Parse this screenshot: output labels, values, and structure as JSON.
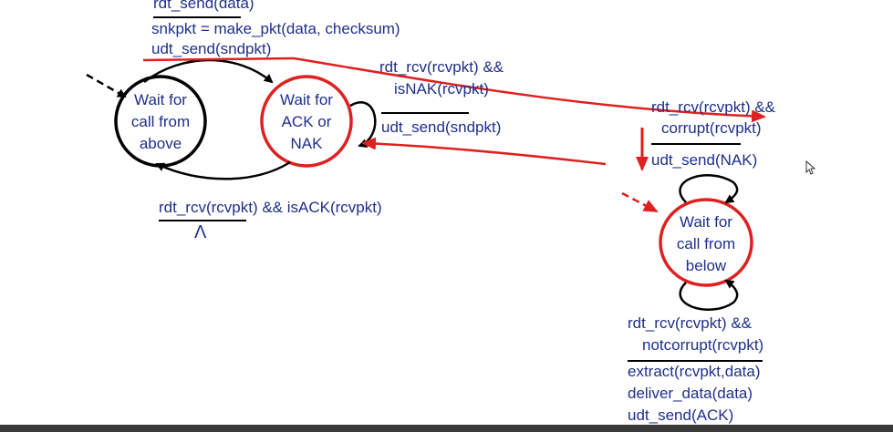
{
  "colors": {
    "text": "#1f2f8a",
    "state_border_black": "#000000",
    "state_border_red": "#e02020",
    "annotation_red": "#e02020",
    "bottom_bar": "#3a3a3a"
  },
  "sender": {
    "states": {
      "wait_above": "Wait for\ncall from\nabove",
      "wait_ack_nak": "Wait for\nACK or\nNAK"
    },
    "t_send": {
      "event": "rdt_send(data)",
      "action1": "snkpkt = make_pkt(data, checksum)",
      "action2": "udt_send(sndpkt)"
    },
    "t_nak": {
      "event1": "rdt_rcv(rcvpkt) &&",
      "event2": "isNAK(rcvpkt)",
      "action": "udt_send(sndpkt)"
    },
    "t_ack": {
      "event": "rdt_rcv(rcvpkt) && isACK(rcvpkt)",
      "action": "Λ"
    }
  },
  "receiver": {
    "states": {
      "wait_below": "Wait for\ncall from\nbelow"
    },
    "t_corrupt": {
      "event1": "rdt_rcv(rcvpkt) &&",
      "event2": "corrupt(rcvpkt)",
      "action": "udt_send(NAK)"
    },
    "t_ok": {
      "event1": "rdt_rcv(rcvpkt) &&",
      "event2": "notcorrupt(rcvpkt)",
      "action1": "extract(rcvpkt,data)",
      "action2": "deliver_data(data)",
      "action3": "udt_send(ACK)"
    }
  }
}
